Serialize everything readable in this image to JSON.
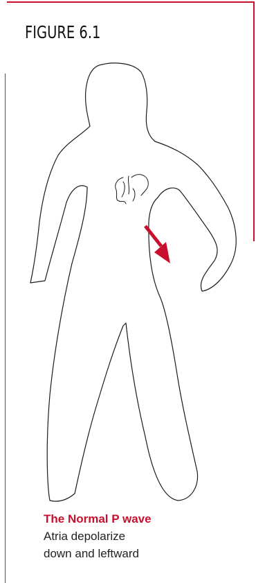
{
  "figure": {
    "label": "FIGURE 6.1"
  },
  "diagram": {
    "arrow_color": "#c8102e",
    "outline_color": "#1a1a1a",
    "frame_color": "#c8102e"
  },
  "caption": {
    "title": "The Normal P wave",
    "line1": "Atria depolarize",
    "line2": "down and leftward"
  }
}
